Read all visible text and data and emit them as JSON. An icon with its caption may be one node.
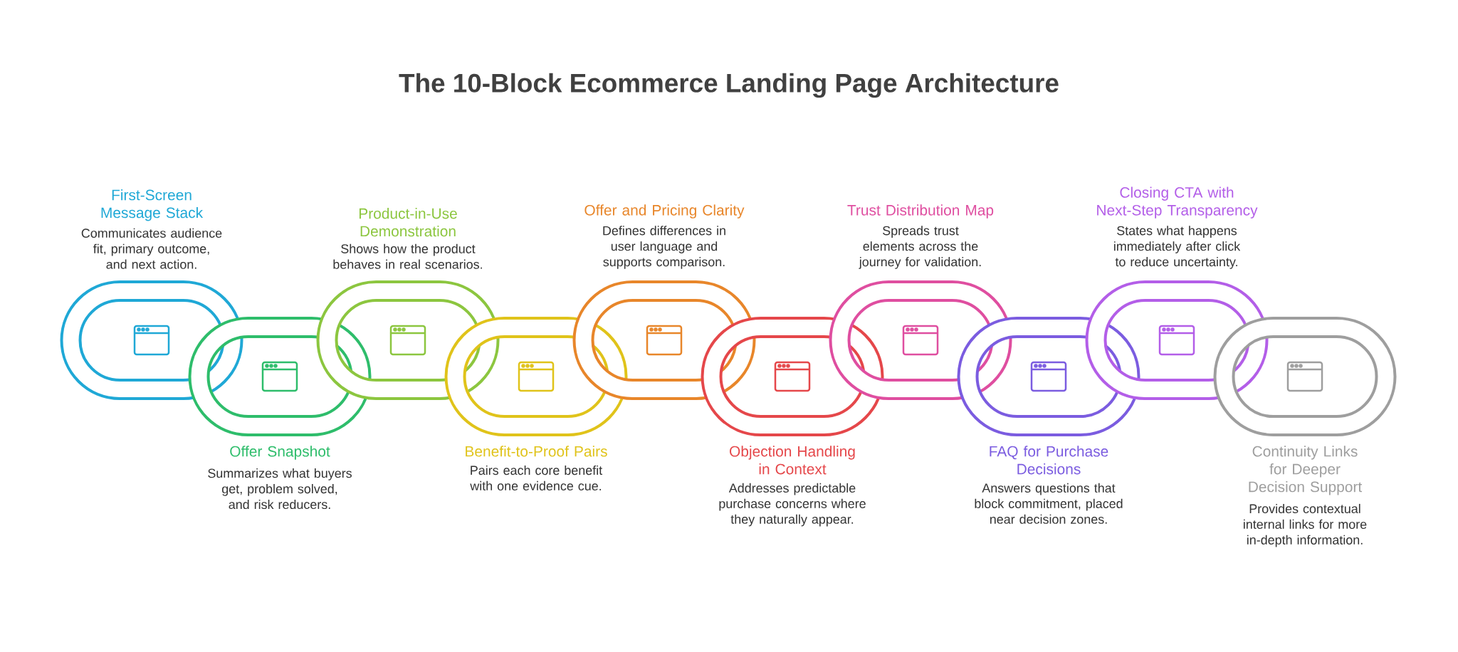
{
  "diagram": {
    "title": "The 10-Block Ecommerce Landing Page Architecture",
    "nodes": [
      {
        "text": [
          "First-Screen Message Stack",
          "Communicates audience fit, primary outcome, and next action."
        ]
      },
      {
        "text": [
          "Offer Snapshot",
          "Summarizes what buyers get, problem solved, and risk reducers."
        ]
      },
      {
        "text": [
          "Product-in-Use Demonstration",
          "Shows how the product behaves in real scenarios."
        ]
      },
      {
        "text": [
          "Benefit-to-Proof Pairs",
          "Pairs each core benefit with one evidence cue."
        ]
      },
      {
        "text": [
          "Offer and Pricing Clarity",
          "Defines differences in user language and supports comparison."
        ]
      },
      {
        "text": [
          "Objection Handling in Context",
          "Addresses predictable purchase concerns where they naturally appear."
        ]
      },
      {
        "text": [
          "Trust Distribution Map",
          "Spreads trust elements across the journey for validation."
        ]
      },
      {
        "text": [
          "FAQ for Purchase Decisions",
          "Answers questions that block commitment, placed near decision zones."
        ]
      },
      {
        "text": [
          "Closing CTA with Next-Step Transparency",
          "States what happens immediately after click to reduce uncertainty."
        ]
      },
      {
        "text": [
          "Continuity Links for Deeper Decision Support",
          "Provides contextual internal links for more in-depth information."
        ]
      }
    ]
  }
}
